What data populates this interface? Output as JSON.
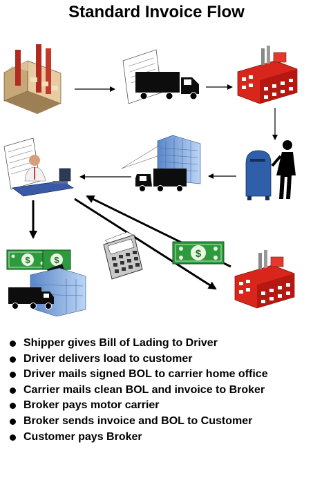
{
  "title": "Standard Invoice Flow",
  "steps": [
    "Shipper gives Bill of Lading to Driver",
    "Driver delivers load to customer",
    "Driver mails signed BOL to carrier home office",
    "Carrier mails clean BOL and invoice to Broker",
    "Broker pays motor carrier",
    "Broker sends invoice and BOL to Customer",
    "Customer pays Broker"
  ],
  "colors": {
    "factory": "#d9b98a",
    "smokestack": "#b22a20",
    "building_red": "#d8261c",
    "mailbox": "#2f5fa8",
    "money": "#2e9a3e",
    "office_building": "#7aa9e8",
    "truck": "#111111"
  }
}
